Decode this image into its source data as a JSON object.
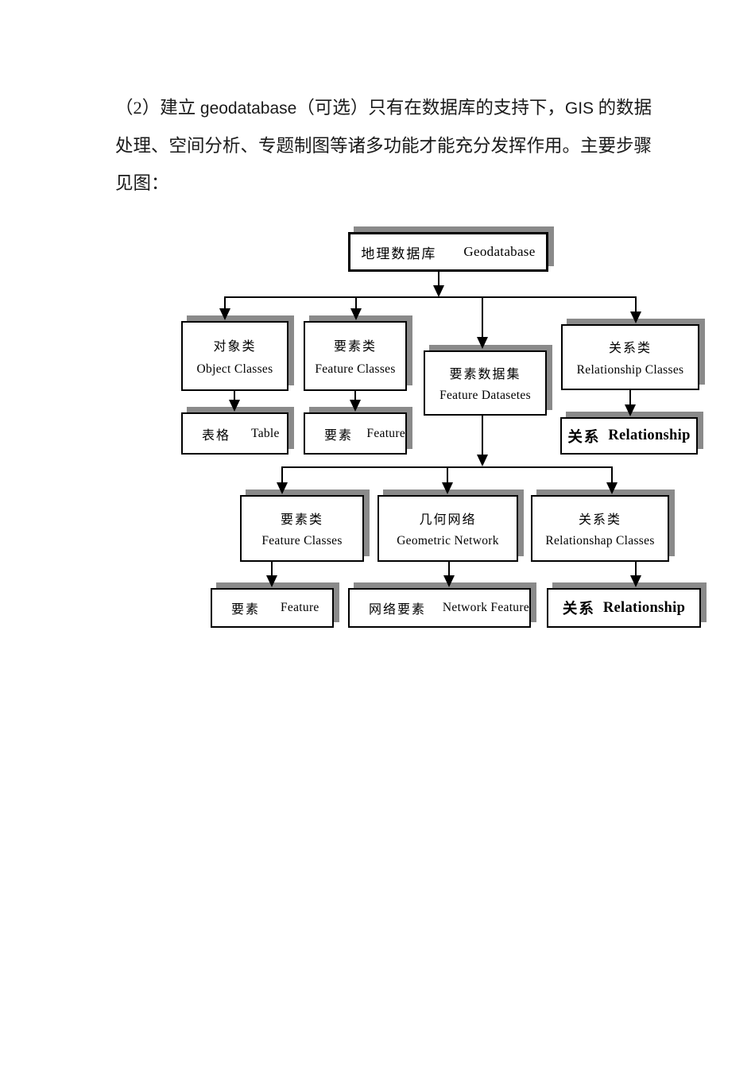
{
  "paragraph": {
    "line1": {
      "p1": "（2）建立 ",
      "p2": "geodatabase",
      "p3": "（可选）只有在数据库的支持下，",
      "p4": "GIS",
      "p5": " 的数据"
    },
    "line2": "处理、空间分析、专题制图等诸多功能才能充分发挥作用。主要步骤",
    "line3": "见图："
  },
  "diagram": {
    "root": {
      "zh": "地理数据库",
      "en": "Geodatabase"
    },
    "row1": [
      {
        "zh": "对象类",
        "en": "Object Classes"
      },
      {
        "zh": "要素类",
        "en": "Feature Classes"
      },
      {
        "zh": "要素数据集",
        "en": "Feature Datasetes"
      },
      {
        "zh": "关系类",
        "en": "Relationship Classes"
      }
    ],
    "row1_children": [
      {
        "zh": "表格",
        "en": "Table"
      },
      {
        "zh": "要素",
        "en": "Feature"
      },
      {
        "zh": "关系",
        "en": "Relationship"
      }
    ],
    "row2": [
      {
        "zh": "要素类",
        "en": "Feature Classes"
      },
      {
        "zh": "几何网络",
        "en": "Geometric Network"
      },
      {
        "zh": "关系类",
        "en": "Relationshap Classes"
      }
    ],
    "row3": [
      {
        "zh": "要素",
        "en": "Feature"
      },
      {
        "zh": "网络要素",
        "en": "Network Feature"
      },
      {
        "zh": "关系",
        "en": "Relationship"
      }
    ]
  },
  "colors": {
    "box_border": "#000000",
    "box_shadow": "#8a8a8a",
    "background": "#ffffff",
    "text": "#000000"
  }
}
